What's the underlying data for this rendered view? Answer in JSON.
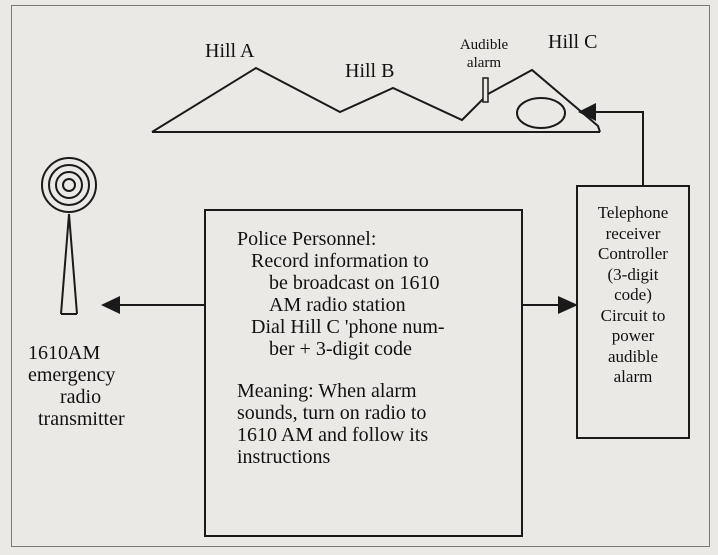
{
  "hills": {
    "hill_a": "Hill A",
    "hill_b": "Hill B",
    "hill_c": "Hill C",
    "audible_alarm": [
      "Audible",
      "alarm"
    ]
  },
  "transmitter": {
    "lines": [
      "1610AM",
      "emergency",
      "radio",
      "transmitter"
    ]
  },
  "police_box": {
    "title": "Police Personnel:",
    "step1": [
      "Record information to",
      "be broadcast on 1610",
      "AM radio station"
    ],
    "step2": [
      "Dial Hill C 'phone num-",
      "ber + 3-digit code"
    ],
    "meaning": [
      "Meaning: When alarm",
      "sounds, turn on radio to",
      "1610 AM and follow its",
      "instructions"
    ]
  },
  "controller_box": {
    "lines": [
      "Telephone",
      "receiver",
      "Controller",
      "(3-digit",
      "code)",
      "Circuit to",
      "power",
      "audible",
      "alarm"
    ]
  },
  "colors": {
    "line": "#1a1a1a",
    "background": "#ebe9e6",
    "box_fill": "#ebe9e6"
  }
}
